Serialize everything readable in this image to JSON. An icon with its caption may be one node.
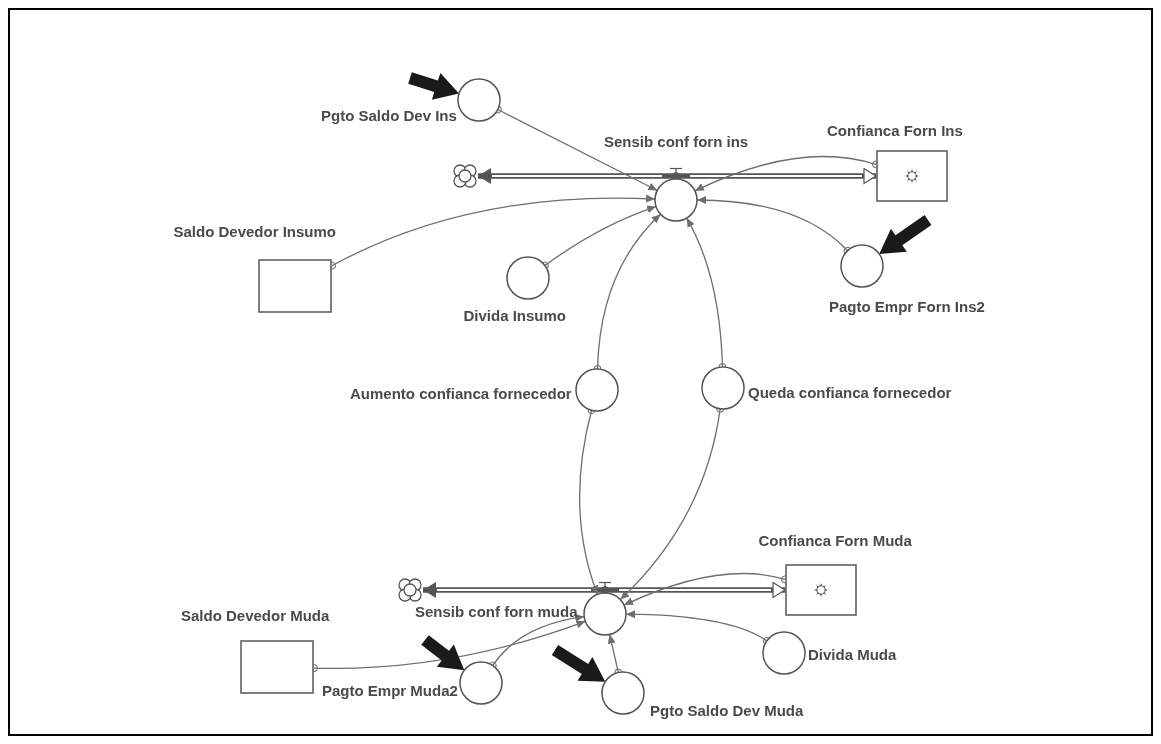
{
  "diagram": {
    "nodes": [
      {
        "text": [
          "Pgto Saldo Dev Ins"
        ]
      },
      {
        "text": [
          "Sensib conf forn ins"
        ]
      },
      {
        "text": [
          "Confianca Forn Ins"
        ]
      },
      {
        "text": [],
        "shape": "cloud"
      },
      {
        "text": [
          "Saldo Devedor Insumo"
        ]
      },
      {
        "text": [
          "Divida Insumo"
        ]
      },
      {
        "text": [
          "Pagto Empr Forn Ins2"
        ]
      },
      {
        "text": [
          "Aumento confianca fornecedor"
        ]
      },
      {
        "text": [
          "Queda confianca fornecedor"
        ]
      },
      {
        "text": [
          "Confianca Forn Muda"
        ]
      },
      {
        "text": [
          "Saldo Devedor Muda"
        ]
      },
      {
        "text": [],
        "shape": "cloud"
      },
      {
        "text": [
          "Sensib conf forn muda"
        ]
      },
      {
        "text": [
          "Divida Muda"
        ]
      },
      {
        "text": [
          "Pagto Empr Muda2"
        ]
      },
      {
        "text": [
          "Pgto Saldo Dev Muda"
        ]
      }
    ],
    "edges": [
      {
        "from": 1,
        "to": 3,
        "arrow": "to",
        "style": "thick"
      },
      {
        "from": 1,
        "to": 2,
        "arrow": "to",
        "style": "thick"
      },
      {
        "from": 0,
        "to": 1,
        "arrow": "to"
      },
      {
        "from": 2,
        "to": 1,
        "arrow": "to"
      },
      {
        "from": 4,
        "to": 1,
        "arrow": "to"
      },
      {
        "from": 5,
        "to": 1,
        "arrow": "to"
      },
      {
        "from": 6,
        "to": 1,
        "arrow": "to"
      },
      {
        "from": 7,
        "to": 1,
        "arrow": "to"
      },
      {
        "from": 8,
        "to": 1,
        "arrow": "to"
      },
      {
        "from": 12,
        "to": 11,
        "arrow": "to",
        "style": "thick"
      },
      {
        "from": 12,
        "to": 9,
        "arrow": "to",
        "style": "thick"
      },
      {
        "from": 7,
        "to": 12,
        "arrow": "to"
      },
      {
        "from": 8,
        "to": 12,
        "arrow": "to"
      },
      {
        "from": 9,
        "to": 12,
        "arrow": "to"
      },
      {
        "from": 10,
        "to": 12,
        "arrow": "to"
      },
      {
        "from": 13,
        "to": 12,
        "arrow": "to"
      },
      {
        "from": 14,
        "to": 12,
        "arrow": "to"
      },
      {
        "from": 15,
        "to": 12,
        "arrow": "to"
      },
      {
        "from": null,
        "to": 0,
        "arrow": "to",
        "style": "thick",
        "color": "#1a1a1a"
      },
      {
        "from": null,
        "to": 6,
        "arrow": "to",
        "style": "thick",
        "color": "#1a1a1a"
      },
      {
        "from": null,
        "to": 14,
        "arrow": "to",
        "style": "thick",
        "color": "#1a1a1a"
      },
      {
        "from": null,
        "to": 15,
        "arrow": "to",
        "style": "thick",
        "color": "#1a1a1a"
      }
    ]
  }
}
